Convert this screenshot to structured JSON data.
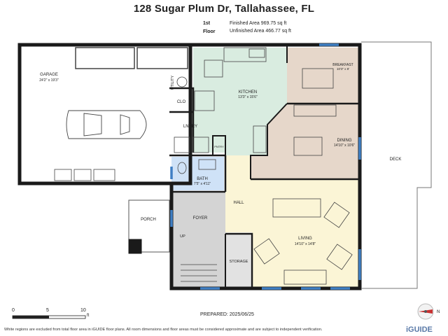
{
  "header": {
    "address": "128 Sugar Plum Dr, Tallahassee, FL",
    "floor_label": "1st Floor",
    "finished_area": "Finished Area 969.75 sq ft",
    "unfinished_area": "Unfinished Area 466.77 sq ft"
  },
  "rooms": {
    "garage": {
      "name": "GARAGE",
      "dims": "24'2\" x 19'3\""
    },
    "utility": {
      "name": "UTILITY"
    },
    "clo": {
      "name": "CLO"
    },
    "lndry": {
      "name": "LNDRY"
    },
    "pntry": {
      "name": "PNTRY"
    },
    "kitchen": {
      "name": "KITCHEN",
      "dims": "13'3\" x 15'6\""
    },
    "breakfast": {
      "name": "BREAKFAST",
      "dims": "10'3\" x 8'"
    },
    "dining": {
      "name": "DINING",
      "dims": "14'10\" x 10'6\""
    },
    "bath": {
      "name": "BATH",
      "dims": "7'5\" x 4'11\""
    },
    "hall": {
      "name": "HALL"
    },
    "porch": {
      "name": "PORCH"
    },
    "foyer": {
      "name": "FOYER"
    },
    "up": {
      "name": "UP"
    },
    "storage": {
      "name": "STORAGE"
    },
    "living": {
      "name": "LIVING",
      "dims": "14'10\" x 14'8\""
    },
    "deck": {
      "name": "DECK"
    }
  },
  "scale": {
    "ticks": [
      "0",
      "5",
      "10"
    ],
    "unit": "ft"
  },
  "prepared": "PREPARED: 2025/06/25",
  "compass": "N",
  "footer": {
    "disclaimer": "White regions are excluded from total floor area in iGUIDE floor plans. All room dimensions and floor areas must be considered approximate and are subject to independent verification.",
    "brand": "iGUIDE"
  },
  "colors": {
    "wall": "#1a1a1a",
    "kitchen": "#d9ece0",
    "breakfast_dining": "#e6d7ca",
    "bath": "#cfe2f7",
    "living_hall": "#fbf5d6",
    "foyer": "#d4d4d4",
    "storage": "#e2e2e2",
    "window": "#3f7fc4"
  }
}
